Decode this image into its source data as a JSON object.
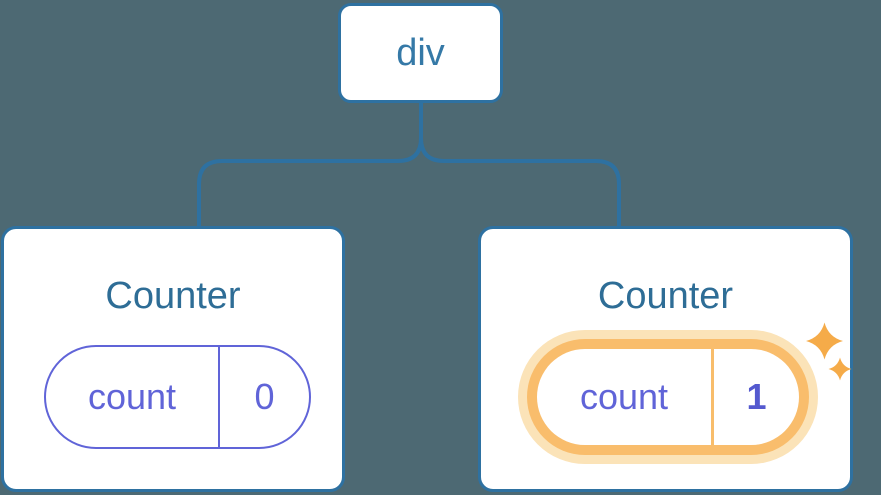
{
  "tree": {
    "root": {
      "label": "div"
    },
    "children": [
      {
        "title": "Counter",
        "state": {
          "name": "count",
          "value": "0"
        },
        "highlighted": false
      },
      {
        "title": "Counter",
        "state": {
          "name": "count",
          "value": "1"
        },
        "highlighted": true
      }
    ]
  },
  "icons": {
    "sparkle": "four-pointed-star"
  },
  "colors": {
    "background": "#4d6973",
    "connector_blue": "#2e71a1",
    "node_text_blue": "#3579a7",
    "title_blue": "#2e6d96",
    "state_purple": "#6064d8",
    "value_bold_purple": "#5459cf",
    "highlight_orange": "#f9bd6c",
    "highlight_glow": "#fbe3b8",
    "sparkle_orange": "#f5ab49"
  }
}
